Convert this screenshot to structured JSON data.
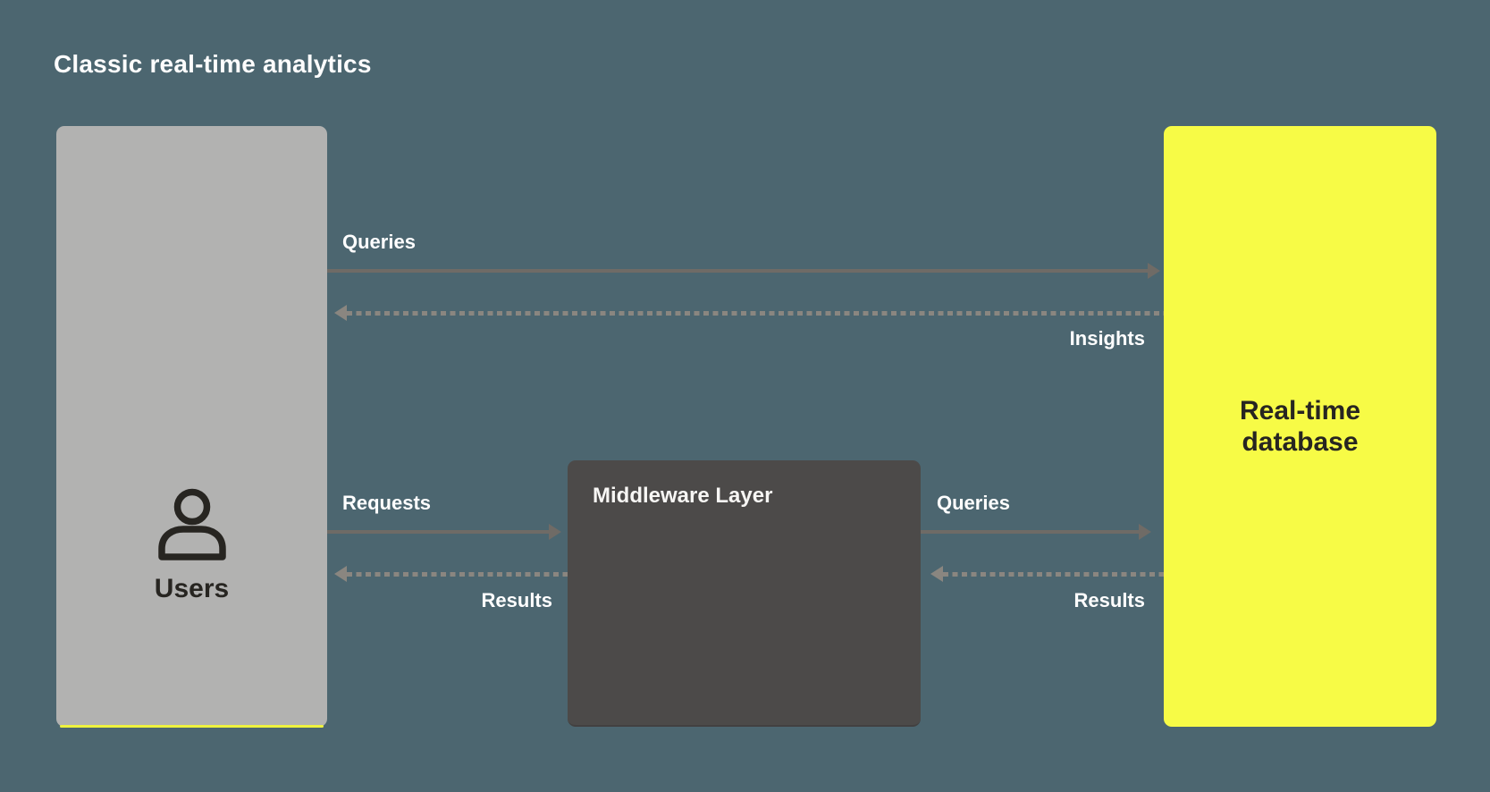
{
  "title": "Classic real-time analytics",
  "nodes": {
    "users": {
      "label": "Users",
      "color": "#b2b2b1",
      "icon": "person-icon"
    },
    "middleware": {
      "label": "Middleware Layer",
      "color": "#4c4a49"
    },
    "database": {
      "label": "Real-time database",
      "color": "#f7fb46"
    }
  },
  "edges": {
    "queries_top": {
      "label": "Queries",
      "style": "solid",
      "direction": "right",
      "from": "users",
      "to": "database"
    },
    "insights": {
      "label": "Insights",
      "style": "dashed",
      "direction": "left",
      "from": "database",
      "to": "users"
    },
    "requests": {
      "label": "Requests",
      "style": "solid",
      "direction": "right",
      "from": "users",
      "to": "middleware"
    },
    "results_left": {
      "label": "Results",
      "style": "dashed",
      "direction": "left",
      "from": "middleware",
      "to": "users"
    },
    "queries_right": {
      "label": "Queries",
      "style": "solid",
      "direction": "right",
      "from": "middleware",
      "to": "database"
    },
    "results_right": {
      "label": "Results",
      "style": "dashed",
      "direction": "left",
      "from": "database",
      "to": "middleware"
    }
  },
  "colors": {
    "background": "#4c6670",
    "solid_arrow": "#6f6b66",
    "dashed_arrow": "#8a8680",
    "accent_yellow": "#f7fb46",
    "label_text": "#ffffff",
    "dark_text": "#272521"
  }
}
